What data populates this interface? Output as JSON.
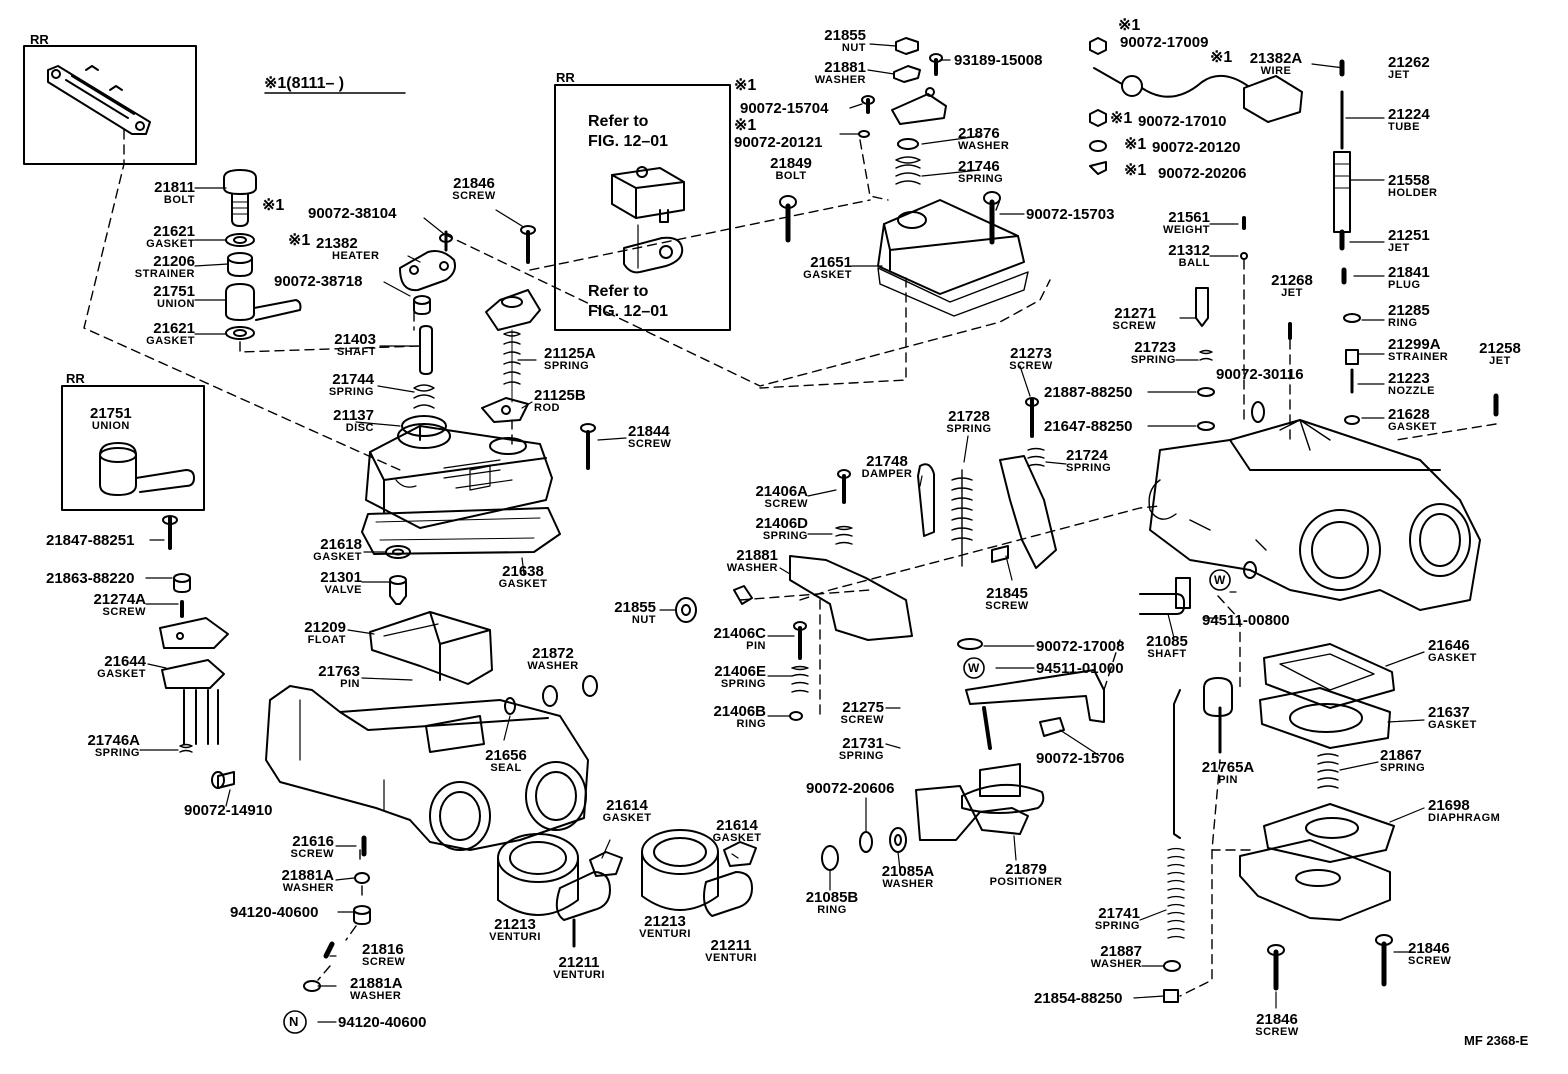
{
  "colors": {
    "ink": "#000000",
    "paper": "#ffffff"
  },
  "figure_code": "MF 2368-E",
  "header_note": "※1(8111–         )",
  "boxes": {
    "rr_top": "RR",
    "rr_left": "RR",
    "rr_center": "RR",
    "union_num": "21751",
    "union_name": "UNION"
  },
  "refer": {
    "line1": "Refer to",
    "line2": "FIG. 12–01",
    "line3": "Refer to",
    "line4": "FIG. 12–01"
  },
  "star_marks": [
    "※1",
    "※1",
    "※1",
    "※1",
    "※1",
    "※1",
    "※1",
    "※1",
    "※1"
  ],
  "parts": [
    {
      "id": "p21811",
      "num": "21811",
      "name": "BOLT"
    },
    {
      "id": "p21621a",
      "num": "21621",
      "name": "GASKET"
    },
    {
      "id": "p21206",
      "num": "21206",
      "name": "STRAINER"
    },
    {
      "id": "p21751",
      "num": "21751",
      "name": "UNION"
    },
    {
      "id": "p21621b",
      "num": "21621",
      "name": "GASKET"
    },
    {
      "id": "p38104",
      "num": "90072-38104",
      "name": ""
    },
    {
      "id": "p21382",
      "num": "21382",
      "name": "HEATER"
    },
    {
      "id": "p38718",
      "num": "90072-38718",
      "name": ""
    },
    {
      "id": "p21846a",
      "num": "21846",
      "name": "SCREW"
    },
    {
      "id": "p21403",
      "num": "21403",
      "name": "SHAFT"
    },
    {
      "id": "p21744",
      "num": "21744",
      "name": "SPRING"
    },
    {
      "id": "p21137",
      "num": "21137",
      "name": "DISC"
    },
    {
      "id": "p21125A",
      "num": "21125A",
      "name": "SPRING"
    },
    {
      "id": "p21125B",
      "num": "21125B",
      "name": "ROD"
    },
    {
      "id": "p21844",
      "num": "21844",
      "name": "SCREW"
    },
    {
      "id": "p21847",
      "num": "21847-88251",
      "name": ""
    },
    {
      "id": "p21863",
      "num": "21863-88220",
      "name": ""
    },
    {
      "id": "p21274A",
      "num": "21274A",
      "name": "SCREW"
    },
    {
      "id": "p21644",
      "num": "21644",
      "name": "GASKET"
    },
    {
      "id": "p21746A",
      "num": "21746A",
      "name": "SPRING"
    },
    {
      "id": "p14910",
      "num": "90072-14910",
      "name": ""
    },
    {
      "id": "p21618",
      "num": "21618",
      "name": "GASKET"
    },
    {
      "id": "p21301",
      "num": "21301",
      "name": "VALVE"
    },
    {
      "id": "p21638",
      "num": "21638",
      "name": "GASKET"
    },
    {
      "id": "p21209",
      "num": "21209",
      "name": "FLOAT"
    },
    {
      "id": "p21763",
      "num": "21763",
      "name": "PIN"
    },
    {
      "id": "p21872",
      "num": "21872",
      "name": "WASHER"
    },
    {
      "id": "p21656",
      "num": "21656",
      "name": "SEAL"
    },
    {
      "id": "p21616",
      "num": "21616",
      "name": "SCREW"
    },
    {
      "id": "p21881A",
      "num": "21881A",
      "name": "WASHER"
    },
    {
      "id": "p94120a",
      "num": "94120-40600",
      "name": ""
    },
    {
      "id": "p21816",
      "num": "21816",
      "name": "SCREW"
    },
    {
      "id": "p21881Ab",
      "num": "21881A",
      "name": "WASHER"
    },
    {
      "id": "p94120b",
      "num": "94120-40600",
      "name": ""
    },
    {
      "id": "p21614a",
      "num": "21614",
      "name": "GASKET"
    },
    {
      "id": "p21614b",
      "num": "21614",
      "name": "GASKET"
    },
    {
      "id": "p21213a",
      "num": "21213",
      "name": "VENTURI"
    },
    {
      "id": "p21211a",
      "num": "21211",
      "name": "VENTURI"
    },
    {
      "id": "p21213b",
      "num": "21213",
      "name": "VENTURI"
    },
    {
      "id": "p21211b",
      "num": "21211",
      "name": "VENTURI"
    },
    {
      "id": "p21855a",
      "num": "21855",
      "name": "NUT"
    },
    {
      "id": "p21881t",
      "num": "21881",
      "name": "WASHER"
    },
    {
      "id": "p93189",
      "num": "93189-15008",
      "name": ""
    },
    {
      "id": "p15704",
      "num": "90072-15704",
      "name": ""
    },
    {
      "id": "p20121",
      "num": "90072-20121",
      "name": ""
    },
    {
      "id": "p21849",
      "num": "21849",
      "name": "BOLT"
    },
    {
      "id": "p21876",
      "num": "21876",
      "name": "WASHER"
    },
    {
      "id": "p21746",
      "num": "21746",
      "name": "SPRING"
    },
    {
      "id": "p15703",
      "num": "90072-15703",
      "name": ""
    },
    {
      "id": "p21651",
      "num": "21651",
      "name": "GASKET"
    },
    {
      "id": "p17009",
      "num": "90072-17009",
      "name": ""
    },
    {
      "id": "p21382A",
      "num": "21382A",
      "name": "WIRE"
    },
    {
      "id": "p17010",
      "num": "90072-17010",
      "name": ""
    },
    {
      "id": "p20120",
      "num": "90072-20120",
      "name": ""
    },
    {
      "id": "p20206",
      "num": "90072-20206",
      "name": ""
    },
    {
      "id": "p21262",
      "num": "21262",
      "name": "JET"
    },
    {
      "id": "p21224",
      "num": "21224",
      "name": "TUBE"
    },
    {
      "id": "p21558",
      "num": "21558",
      "name": "HOLDER"
    },
    {
      "id": "p21561",
      "num": "21561",
      "name": "WEIGHT"
    },
    {
      "id": "p21312",
      "num": "21312",
      "name": "BALL"
    },
    {
      "id": "p21251",
      "num": "21251",
      "name": "JET"
    },
    {
      "id": "p21841",
      "num": "21841",
      "name": "PLUG"
    },
    {
      "id": "p21268",
      "num": "21268",
      "name": "JET"
    },
    {
      "id": "p21271",
      "num": "21271",
      "name": "SCREW"
    },
    {
      "id": "p21285",
      "num": "21285",
      "name": "RING"
    },
    {
      "id": "p21723",
      "num": "21723",
      "name": "SPRING"
    },
    {
      "id": "p21299A",
      "num": "21299A",
      "name": "STRAINER"
    },
    {
      "id": "p21258",
      "num": "21258",
      "name": "JET"
    },
    {
      "id": "p21273",
      "num": "21273",
      "name": "SCREW"
    },
    {
      "id": "p30116",
      "num": "90072-30116",
      "name": ""
    },
    {
      "id": "p21223",
      "num": "21223",
      "name": "NOZZLE"
    },
    {
      "id": "p21887a",
      "num": "21887-88250",
      "name": ""
    },
    {
      "id": "p21628",
      "num": "21628",
      "name": "GASKET"
    },
    {
      "id": "p21647",
      "num": "21647-88250",
      "name": ""
    },
    {
      "id": "p21728",
      "num": "21728",
      "name": "SPRING"
    },
    {
      "id": "p21748",
      "num": "21748",
      "name": "DAMPER"
    },
    {
      "id": "p21724",
      "num": "21724",
      "name": "SPRING"
    },
    {
      "id": "p21406A",
      "num": "21406A",
      "name": "SCREW"
    },
    {
      "id": "p21406D",
      "num": "21406D",
      "name": "SPRING"
    },
    {
      "id": "p21881m",
      "num": "21881",
      "name": "WASHER"
    },
    {
      "id": "p21845",
      "num": "21845",
      "name": "SCREW"
    },
    {
      "id": "p21855b",
      "num": "21855",
      "name": "NUT"
    },
    {
      "id": "p21406C",
      "num": "21406C",
      "name": "PIN"
    },
    {
      "id": "p21406E",
      "num": "21406E",
      "name": "SPRING"
    },
    {
      "id": "p21406B",
      "num": "21406B",
      "name": "RING"
    },
    {
      "id": "p21275",
      "num": "21275",
      "name": "SCREW"
    },
    {
      "id": "p21731",
      "num": "21731",
      "name": "SPRING"
    },
    {
      "id": "p17008",
      "num": "90072-17008",
      "name": ""
    },
    {
      "id": "p94511a",
      "num": "94511-01000",
      "name": ""
    },
    {
      "id": "p15706",
      "num": "90072-15706",
      "name": ""
    },
    {
      "id": "p20606",
      "num": "90072-20606",
      "name": ""
    },
    {
      "id": "p21085A",
      "num": "21085A",
      "name": "WASHER"
    },
    {
      "id": "p21085B",
      "num": "21085B",
      "name": "RING"
    },
    {
      "id": "p21879",
      "num": "21879",
      "name": "POSITIONER"
    },
    {
      "id": "p21085",
      "num": "21085",
      "name": "SHAFT"
    },
    {
      "id": "p94511b",
      "num": "94511-00800",
      "name": ""
    },
    {
      "id": "p21646",
      "num": "21646",
      "name": "GASKET"
    },
    {
      "id": "p21637",
      "num": "21637",
      "name": "GASKET"
    },
    {
      "id": "p21765A",
      "num": "21765A",
      "name": "PIN"
    },
    {
      "id": "p21867",
      "num": "21867",
      "name": "SPRING"
    },
    {
      "id": "p21698",
      "num": "21698",
      "name": "DIAPHRAGM"
    },
    {
      "id": "p21741",
      "num": "21741",
      "name": "SPRING"
    },
    {
      "id": "p21887b",
      "num": "21887",
      "name": "WASHER"
    },
    {
      "id": "p21854",
      "num": "21854-88250",
      "name": ""
    },
    {
      "id": "p21846b",
      "num": "21846",
      "name": "SCREW"
    },
    {
      "id": "p21846c",
      "num": "21846",
      "name": "SCREW"
    }
  ],
  "markers": {
    "n": "N",
    "w1": "W",
    "w2": "W"
  }
}
